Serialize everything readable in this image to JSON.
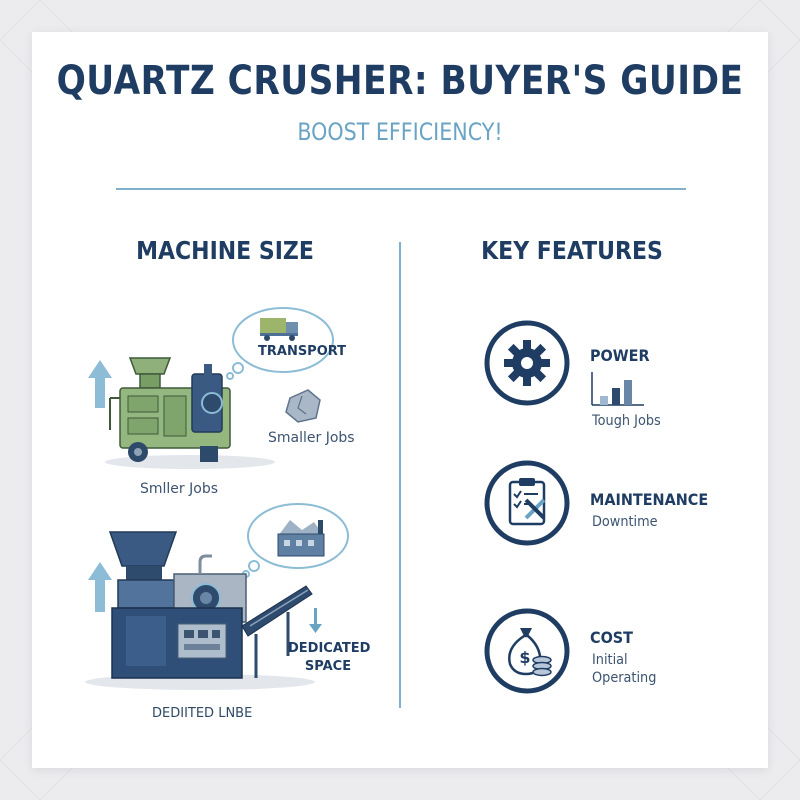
{
  "title": "QUARTZ CRUSHER: BUYER'S GUIDE",
  "subtitle": "BOOST EFFICIENCY!",
  "left": {
    "heading": "MACHINE SIZE",
    "small_machine": {
      "bubble_label": "TRANSPORT",
      "side_label": "Smaller Jobs",
      "caption": "Smller Jobs"
    },
    "large_machine": {
      "side_label_line1": "DEDICATED",
      "side_label_line2": "SPACE",
      "caption": "DEDIITED LNBE"
    }
  },
  "right": {
    "heading": "KEY FEATURES",
    "features": [
      {
        "title": "POWER",
        "sub": "Tough Jobs",
        "icon": "gear-icon"
      },
      {
        "title": "MAINTENANCE",
        "sub": "Downtime",
        "icon": "clipboard-tools-icon"
      },
      {
        "title": "COST",
        "sub1": "Initial",
        "sub2": "Operating",
        "icon": "money-bag-icon"
      }
    ]
  },
  "colors": {
    "navy": "#1f3d63",
    "light_blue": "#6aa3c4",
    "green": "#8fb07a",
    "steel": "#4e6f96",
    "arrow": "#8cbcd6"
  }
}
